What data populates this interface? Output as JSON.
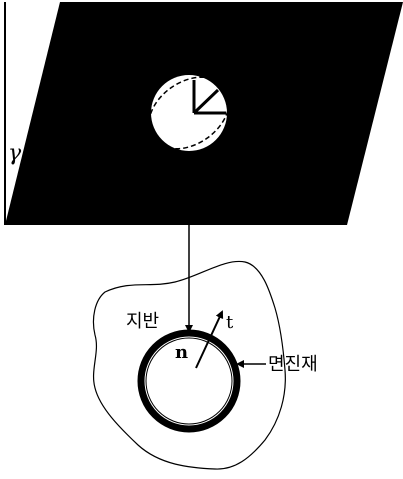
{
  "labels": {
    "shear_strain": "γ",
    "ground": "지반",
    "tangent": "t",
    "normal": "n",
    "isolation_material": "면진재"
  },
  "colors": {
    "ink": "#000000",
    "paper": "#ffffff"
  }
}
